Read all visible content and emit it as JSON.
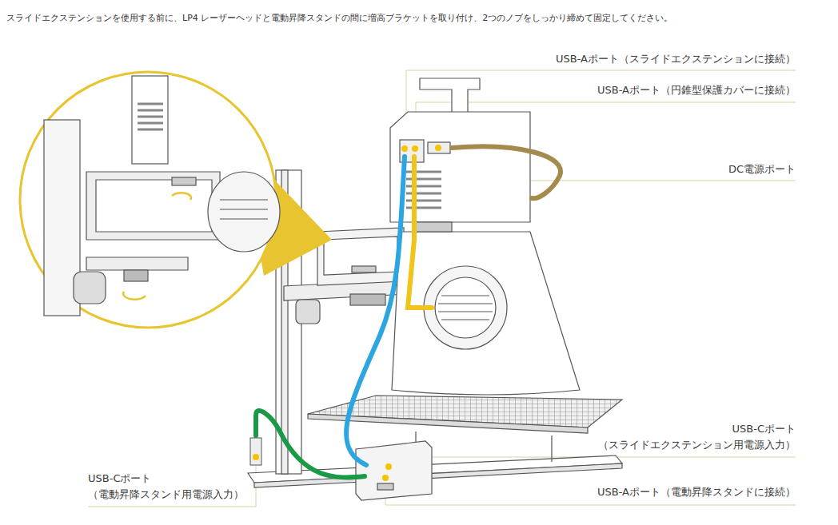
{
  "diagram": {
    "title": "スライドエクステンションを使用する前に、LP4 レーザーヘッドと電動昇降スタンドの間に増高ブラケットを取り付け、2つのノブをしっかり締めて固定してください。",
    "labels": [
      "USB-Aポート（スライドエクステンションに接続）",
      "USB-Aポート（円錐型保護カバーに接続）",
      "DC電源ポート",
      "USB-Cポート （スライドエクステンション用電源入力）",
      "USB-Aポート（電動昇降スタンドに接続）",
      "USB-Cポート （電動昇降スタンド用電源入力）"
    ]
  }
}
